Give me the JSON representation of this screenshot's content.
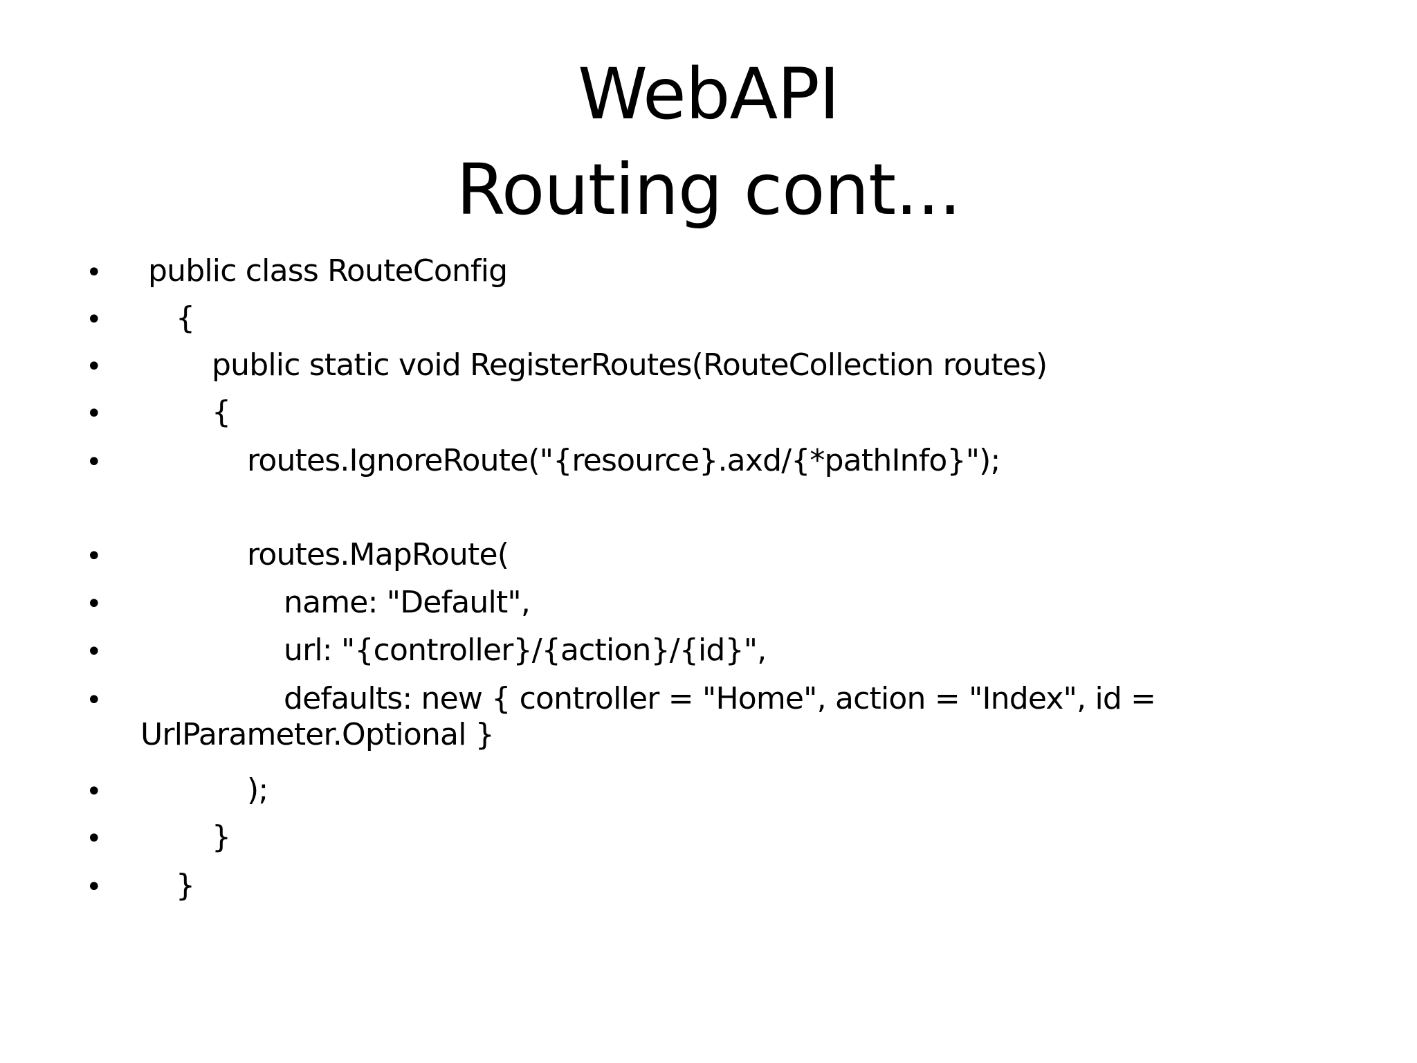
{
  "slide": {
    "title_line_1": "WebAPI",
    "title_line_2": "Routing cont...",
    "bullet_symbol": "•",
    "lines": [
      "public class RouteConfig",
      "{",
      "public static void RegisterRoutes(RouteCollection routes)",
      "{",
      "routes.IgnoreRoute(\"{resource}.axd/{*pathInfo}\");",
      "routes.MapRoute(",
      "name: \"Default\",",
      "url: \"{controller}/{action}/{id}\",",
      "defaults: new { controller = \"Home\", action = \"Index\", id =",
      ");",
      "}",
      "}"
    ],
    "wrap_continuation": "UrlParameter.Optional }"
  }
}
